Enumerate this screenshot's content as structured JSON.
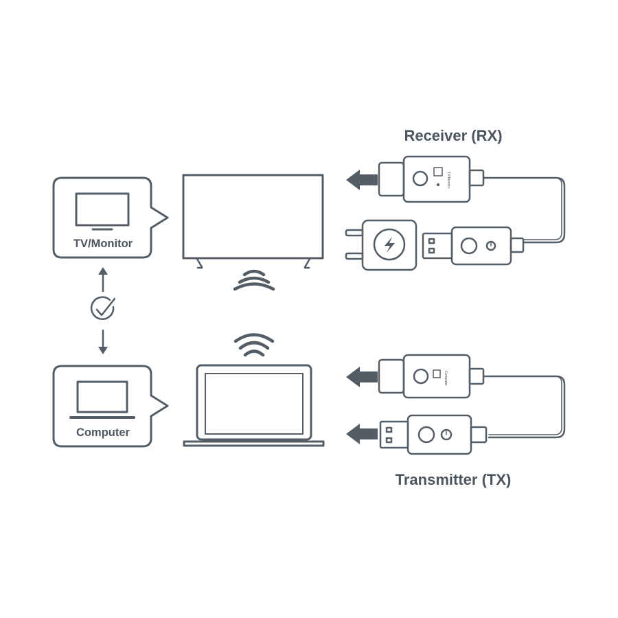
{
  "labels": {
    "tv_monitor": "TV/Monitor",
    "computer": "Computer",
    "receiver": "Receiver (RX)",
    "transmitter": "Transmitter (TX)",
    "rx_dongle_text": "TV/Monitor",
    "tx_dongle_text": "Computer"
  },
  "icons": {
    "tv_box": "tv-monitor-icon",
    "computer_box": "computer-monitor-icon",
    "check": "check-circle-icon",
    "wifi": "wifi-signal-icon",
    "power": "power-adapter-icon",
    "arrow": "arrow-left-icon"
  },
  "colors": {
    "stroke": "#545c66",
    "arrow": "#545c66",
    "text": "#4d5560",
    "background": "#ffffff"
  }
}
